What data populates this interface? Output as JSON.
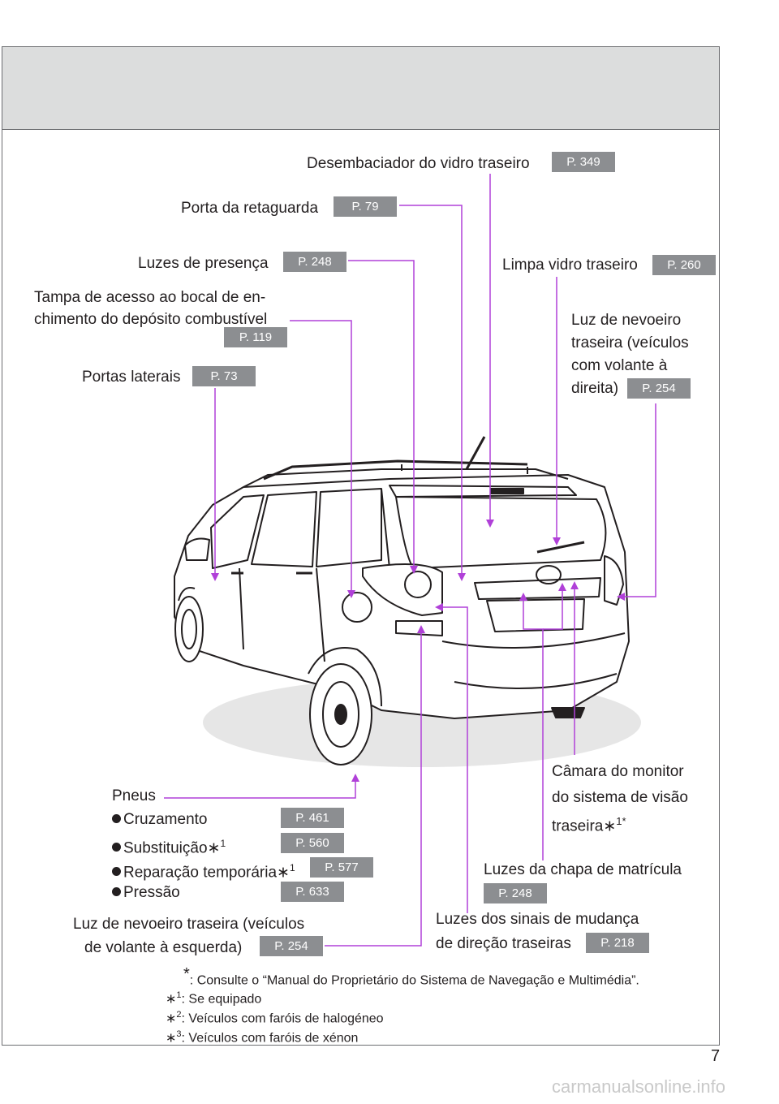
{
  "labels": {
    "desembaciador": "Desembaciador do vidro traseiro",
    "porta_retaguarda": "Porta da retaguarda",
    "luzes_presenca": "Luzes de presença",
    "limpa_vidro": "Limpa vidro traseiro",
    "tampa_line1": "Tampa de acesso ao bocal de en-",
    "tampa_line2": "chimento do depósito combustível",
    "nevoeiro_dir_line1": "Luz de nevoeiro",
    "nevoeiro_dir_line2": "traseira (veículos",
    "nevoeiro_dir_line3": "com volante à",
    "nevoeiro_dir_line4": "direita)",
    "portas_laterais": "Portas laterais",
    "pneus": "Pneus",
    "cruzamento": "Cruzamento",
    "substituicao": "Substituição∗",
    "substituicao_sup": "1",
    "reparacao": "Reparação temporária∗",
    "reparacao_sup": "1",
    "pressao": "Pressão",
    "camara_line1": "Câmara do monitor",
    "camara_line2": "do sistema de visão",
    "camara_line3": "traseira∗",
    "camara_sup": "1*",
    "chapa": "Luzes da chapa de matrícula",
    "nevoeiro_esq_line1": "Luz de nevoeiro traseira (veículos",
    "nevoeiro_esq_line2": "de volante à esquerda)",
    "sinais_line1": "Luzes dos sinais de mudança",
    "sinais_line2": "de direção traseiras"
  },
  "pages": {
    "desembaciador": "P. 349",
    "porta_retaguarda": "P. 79",
    "luzes_presenca": "P. 248",
    "limpa_vidro": "P. 260",
    "tampa": "P. 119",
    "nevoeiro_dir": "P. 254",
    "portas_laterais": "P. 73",
    "cruzamento": "P. 461",
    "substituicao": "P. 560",
    "reparacao": "P. 577",
    "pressao": "P. 633",
    "chapa": "P. 248",
    "nevoeiro_esq": "P. 254",
    "sinais": "P. 218"
  },
  "footnotes": {
    "star_mark": "*",
    "star": ": Consulte o “Manual do Proprietário do Sistema de Navegação e Multimédia”.",
    "note1_mark": "∗",
    "note1_sup": "1",
    "note1": ": Se equipado",
    "note2_mark": "∗",
    "note2_sup": "2",
    "note2": ": Veículos com faróis de halogéneo",
    "note3_mark": "∗",
    "note3_sup": "3",
    "note3": ": Veículos com faróis de xénon"
  },
  "page_number": "7",
  "watermark": "carmanualsonline.info",
  "colors": {
    "callout_line": "#b040d8",
    "page_tag": "#8c8e91",
    "header_band": "#dcdddd"
  }
}
